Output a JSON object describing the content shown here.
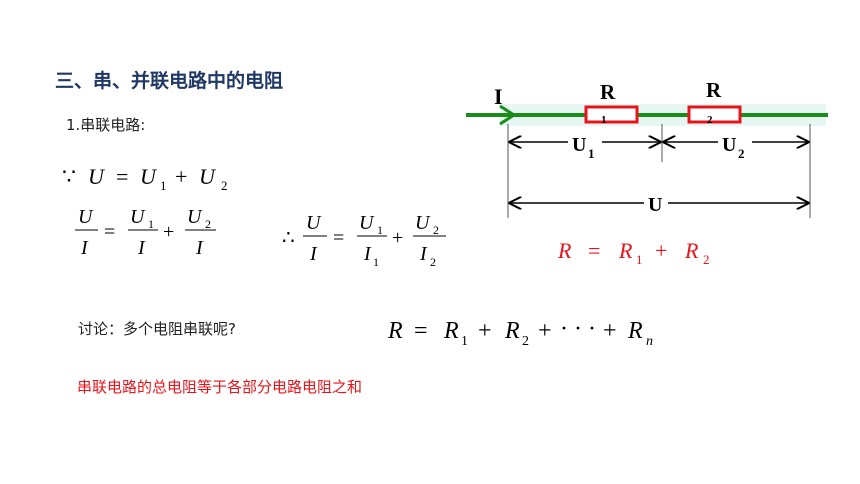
{
  "slide": {
    "title": "三、串、并联电路中的电阻",
    "subtitle": "1.串联电路:",
    "discussion": "讨论：多个电阻串联呢?",
    "conclusion": "串联电路的总电阻等于各部分电路电阻之和"
  },
  "circuit": {
    "current_label": "I",
    "r1_label": "R",
    "r1_sub": "1",
    "r2_label": "R",
    "r2_sub": "2",
    "u1_label": "U",
    "u1_sub": "1",
    "u2_label": "U",
    "u2_sub": "2",
    "u_label": "U",
    "wire_color": "#1a8c1a",
    "resistor_color": "#e8141b"
  },
  "formulas": {
    "because": "∵",
    "therefore": "∴",
    "U": "U",
    "I": "I",
    "R": "R",
    "U1": "U",
    "U2": "U",
    "I1": "I",
    "I2": "I",
    "R1": "R",
    "R2": "R",
    "Rn": "R",
    "sub1": "1",
    "sub2": "2",
    "subn": "n",
    "eq": "=",
    "plus": "+",
    "dots": "· · ·",
    "red_color": "#e8141b"
  }
}
